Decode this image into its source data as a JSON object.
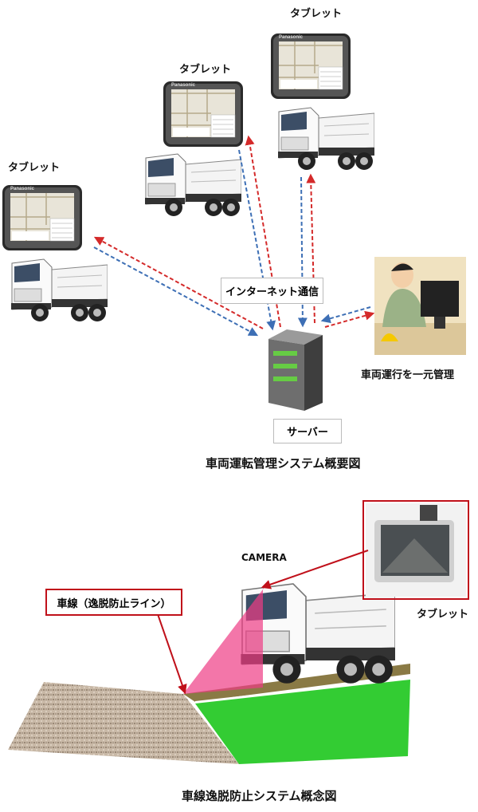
{
  "overview": {
    "tablet_label": "タブレット",
    "internet_label": "インターネット通信",
    "server_label": "サーバー",
    "manager_label": "車両運行を一元管理",
    "title": "車両運転管理システム概要図",
    "tablet_brand": "Panasonic"
  },
  "lane": {
    "camera_label": "CAMERA",
    "lane_label": "車線（逸脱防止ライン）",
    "tablet_label": "タブレット",
    "title": "車線逸脱防止システム概念図"
  },
  "colors": {
    "uplink": "#d42a2a",
    "downlink": "#3d6fb5",
    "callout": "#c0101a",
    "grass": "#33cc33",
    "road": "#8a7a45",
    "camera_beam": "#ee3c84"
  }
}
